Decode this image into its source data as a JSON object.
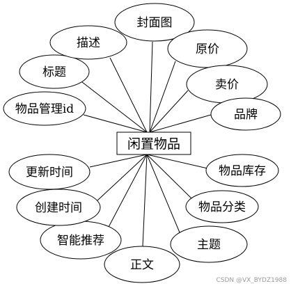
{
  "diagram": {
    "entity": "闲置物品",
    "attributes": [
      {
        "id": "cover",
        "label": "封面图"
      },
      {
        "id": "original-price",
        "label": "原价"
      },
      {
        "id": "sell-price",
        "label": "卖价"
      },
      {
        "id": "brand",
        "label": "品牌"
      },
      {
        "id": "stock",
        "label": "物品库存"
      },
      {
        "id": "category",
        "label": "物品分类"
      },
      {
        "id": "topic",
        "label": "主题"
      },
      {
        "id": "body",
        "label": "正文"
      },
      {
        "id": "recommend",
        "label": "智能推荐"
      },
      {
        "id": "create-time",
        "label": "创建时间"
      },
      {
        "id": "update-time",
        "label": "更新时间"
      },
      {
        "id": "item-id",
        "label": "物品管理id"
      },
      {
        "id": "title",
        "label": "标题"
      },
      {
        "id": "description",
        "label": "描述"
      }
    ]
  },
  "watermark": "CSDN @VX_BYDZ1988"
}
